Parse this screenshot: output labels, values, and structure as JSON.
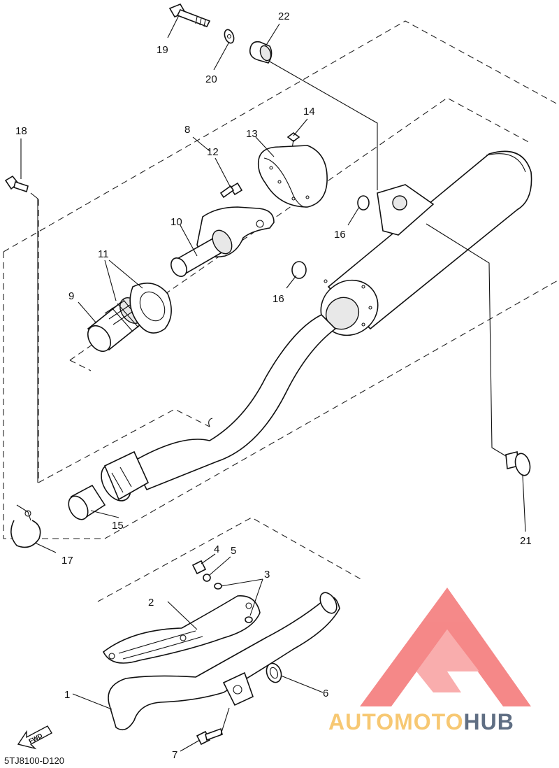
{
  "diagram_code": "5TJ8100-D120",
  "fwd_label": "FWD",
  "logo": {
    "word_part1": "AUTOMOTO",
    "word_part2": "HUB",
    "color_triangle": "#f47c7c",
    "color_part1": "#f7c873",
    "color_part2": "#5f6e83"
  },
  "callouts": {
    "c1": "1",
    "c2": "2",
    "c3": "3",
    "c4": "4",
    "c5": "5",
    "c6": "6",
    "c7": "7",
    "c8": "8",
    "c9": "9",
    "c10": "10",
    "c11": "11",
    "c12": "12",
    "c13": "13",
    "c14": "14",
    "c15": "15",
    "c16a": "16",
    "c16b": "16",
    "c17": "17",
    "c18": "18",
    "c19": "19",
    "c20": "20",
    "c21": "21",
    "c22": "22"
  }
}
